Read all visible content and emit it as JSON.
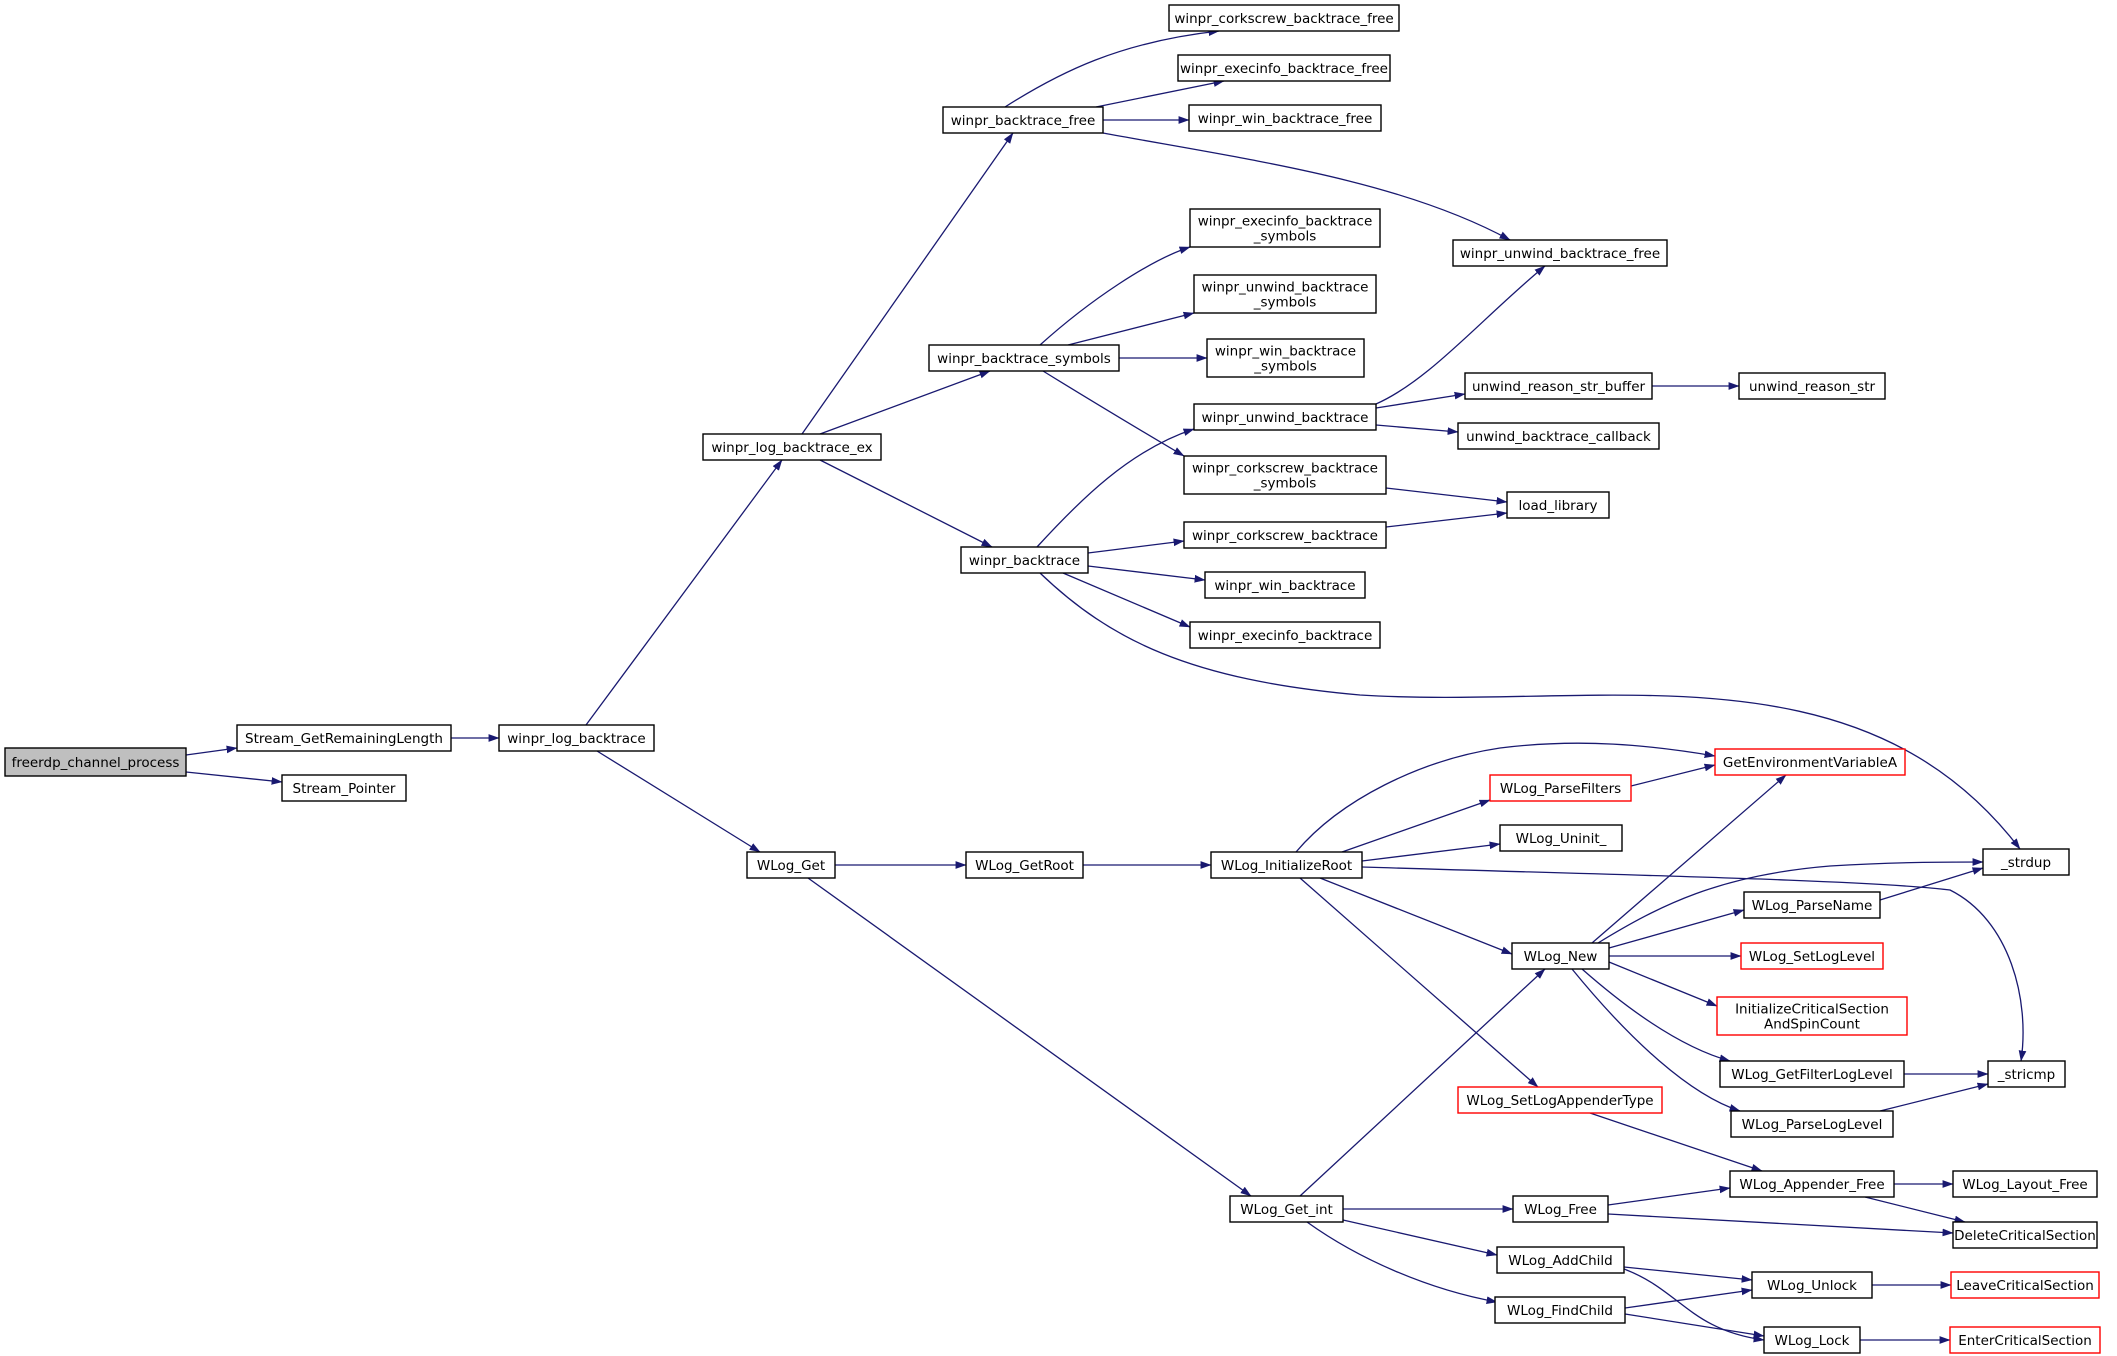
{
  "colors": {
    "edge": "#191970",
    "box_border": "#000000",
    "box_border_external": "#ff0000",
    "root_fill": "#bfbfbf",
    "background": "#ffffff"
  },
  "nodes": [
    {
      "id": "freerdp_channel_process",
      "label": [
        "freerdp_channel_process"
      ],
      "style": "root"
    },
    {
      "id": "Stream_GetRemainingLength",
      "label": [
        "Stream_GetRemainingLength"
      ]
    },
    {
      "id": "Stream_Pointer",
      "label": [
        "Stream_Pointer"
      ]
    },
    {
      "id": "winpr_log_backtrace",
      "label": [
        "winpr_log_backtrace"
      ]
    },
    {
      "id": "winpr_log_backtrace_ex",
      "label": [
        "winpr_log_backtrace_ex"
      ]
    },
    {
      "id": "WLog_Get",
      "label": [
        "WLog_Get"
      ]
    },
    {
      "id": "winpr_backtrace_free",
      "label": [
        "winpr_backtrace_free"
      ]
    },
    {
      "id": "winpr_backtrace_symbols",
      "label": [
        "winpr_backtrace_symbols"
      ]
    },
    {
      "id": "winpr_backtrace",
      "label": [
        "winpr_backtrace"
      ]
    },
    {
      "id": "winpr_corkscrew_backtrace_free",
      "label": [
        "winpr_corkscrew_backtrace_free"
      ]
    },
    {
      "id": "winpr_execinfo_backtrace_free",
      "label": [
        "winpr_execinfo_backtrace_free"
      ]
    },
    {
      "id": "winpr_win_backtrace_free",
      "label": [
        "winpr_win_backtrace_free"
      ]
    },
    {
      "id": "winpr_unwind_backtrace_free",
      "label": [
        "winpr_unwind_backtrace_free"
      ]
    },
    {
      "id": "winpr_execinfo_backtrace_symbols",
      "label": [
        "winpr_execinfo_backtrace",
        "_symbols"
      ]
    },
    {
      "id": "winpr_unwind_backtrace_symbols",
      "label": [
        "winpr_unwind_backtrace",
        "_symbols"
      ]
    },
    {
      "id": "winpr_win_backtrace_symbols",
      "label": [
        "winpr_win_backtrace",
        "_symbols"
      ]
    },
    {
      "id": "winpr_unwind_backtrace",
      "label": [
        "winpr_unwind_backtrace"
      ]
    },
    {
      "id": "winpr_corkscrew_backtrace_symbols",
      "label": [
        "winpr_corkscrew_backtrace",
        "_symbols"
      ]
    },
    {
      "id": "winpr_corkscrew_backtrace",
      "label": [
        "winpr_corkscrew_backtrace"
      ]
    },
    {
      "id": "winpr_win_backtrace",
      "label": [
        "winpr_win_backtrace"
      ]
    },
    {
      "id": "winpr_execinfo_backtrace",
      "label": [
        "winpr_execinfo_backtrace"
      ]
    },
    {
      "id": "unwind_reason_str_buffer",
      "label": [
        "unwind_reason_str_buffer"
      ]
    },
    {
      "id": "unwind_reason_str",
      "label": [
        "unwind_reason_str"
      ]
    },
    {
      "id": "unwind_backtrace_callback",
      "label": [
        "unwind_backtrace_callback"
      ]
    },
    {
      "id": "load_library",
      "label": [
        "load_library"
      ]
    },
    {
      "id": "_strdup",
      "label": [
        "_strdup"
      ]
    },
    {
      "id": "WLog_GetRoot",
      "label": [
        "WLog_GetRoot"
      ]
    },
    {
      "id": "WLog_InitializeRoot",
      "label": [
        "WLog_InitializeRoot"
      ]
    },
    {
      "id": "WLog_Get_int",
      "label": [
        "WLog_Get_int"
      ]
    },
    {
      "id": "WLog_ParseFilters",
      "label": [
        "WLog_ParseFilters"
      ],
      "style": "red"
    },
    {
      "id": "GetEnvironmentVariableA",
      "label": [
        "GetEnvironmentVariableA"
      ],
      "style": "red"
    },
    {
      "id": "WLog_Uninit_",
      "label": [
        "WLog_Uninit_"
      ]
    },
    {
      "id": "WLog_New",
      "label": [
        "WLog_New"
      ]
    },
    {
      "id": "WLog_SetLogAppenderType",
      "label": [
        "WLog_SetLogAppenderType"
      ],
      "style": "red"
    },
    {
      "id": "WLog_ParseName",
      "label": [
        "WLog_ParseName"
      ]
    },
    {
      "id": "WLog_SetLogLevel",
      "label": [
        "WLog_SetLogLevel"
      ],
      "style": "red"
    },
    {
      "id": "InitializeCriticalSectionAndSpinCount",
      "label": [
        "InitializeCriticalSection",
        "AndSpinCount"
      ],
      "style": "red"
    },
    {
      "id": "WLog_GetFilterLogLevel",
      "label": [
        "WLog_GetFilterLogLevel"
      ]
    },
    {
      "id": "WLog_ParseLogLevel",
      "label": [
        "WLog_ParseLogLevel"
      ]
    },
    {
      "id": "_stricmp",
      "label": [
        "_stricmp"
      ]
    },
    {
      "id": "WLog_Free",
      "label": [
        "WLog_Free"
      ]
    },
    {
      "id": "WLog_AddChild",
      "label": [
        "WLog_AddChild"
      ]
    },
    {
      "id": "WLog_FindChild",
      "label": [
        "WLog_FindChild"
      ]
    },
    {
      "id": "WLog_Appender_Free",
      "label": [
        "WLog_Appender_Free"
      ]
    },
    {
      "id": "WLog_Layout_Free",
      "label": [
        "WLog_Layout_Free"
      ]
    },
    {
      "id": "DeleteCriticalSection",
      "label": [
        "DeleteCriticalSection"
      ]
    },
    {
      "id": "WLog_Unlock",
      "label": [
        "WLog_Unlock"
      ]
    },
    {
      "id": "WLog_Lock",
      "label": [
        "WLog_Lock"
      ]
    },
    {
      "id": "LeaveCriticalSection",
      "label": [
        "LeaveCriticalSection"
      ],
      "style": "red"
    },
    {
      "id": "EnterCriticalSection",
      "label": [
        "EnterCriticalSection"
      ],
      "style": "red"
    }
  ],
  "edges": [
    {
      "from": "freerdp_channel_process",
      "to": "Stream_GetRemainingLength"
    },
    {
      "from": "freerdp_channel_process",
      "to": "Stream_Pointer"
    },
    {
      "from": "Stream_GetRemainingLength",
      "to": "winpr_log_backtrace"
    },
    {
      "from": "winpr_log_backtrace",
      "to": "winpr_log_backtrace_ex"
    },
    {
      "from": "winpr_log_backtrace",
      "to": "WLog_Get"
    },
    {
      "from": "winpr_log_backtrace_ex",
      "to": "winpr_backtrace_free"
    },
    {
      "from": "winpr_log_backtrace_ex",
      "to": "winpr_backtrace_symbols"
    },
    {
      "from": "winpr_log_backtrace_ex",
      "to": "winpr_backtrace"
    },
    {
      "from": "winpr_backtrace_free",
      "to": "winpr_corkscrew_backtrace_free"
    },
    {
      "from": "winpr_backtrace_free",
      "to": "winpr_execinfo_backtrace_free"
    },
    {
      "from": "winpr_backtrace_free",
      "to": "winpr_win_backtrace_free"
    },
    {
      "from": "winpr_backtrace_free",
      "to": "winpr_unwind_backtrace_free"
    },
    {
      "from": "winpr_backtrace_symbols",
      "to": "winpr_execinfo_backtrace_symbols"
    },
    {
      "from": "winpr_backtrace_symbols",
      "to": "winpr_unwind_backtrace_symbols"
    },
    {
      "from": "winpr_backtrace_symbols",
      "to": "winpr_win_backtrace_symbols"
    },
    {
      "from": "winpr_backtrace_symbols",
      "to": "winpr_corkscrew_backtrace_symbols"
    },
    {
      "from": "winpr_backtrace",
      "to": "winpr_unwind_backtrace"
    },
    {
      "from": "winpr_backtrace",
      "to": "winpr_corkscrew_backtrace"
    },
    {
      "from": "winpr_backtrace",
      "to": "winpr_win_backtrace"
    },
    {
      "from": "winpr_backtrace",
      "to": "winpr_execinfo_backtrace"
    },
    {
      "from": "winpr_backtrace",
      "to": "_strdup"
    },
    {
      "from": "winpr_unwind_backtrace",
      "to": "winpr_unwind_backtrace_free"
    },
    {
      "from": "winpr_unwind_backtrace",
      "to": "unwind_reason_str_buffer"
    },
    {
      "from": "winpr_unwind_backtrace",
      "to": "unwind_backtrace_callback"
    },
    {
      "from": "unwind_reason_str_buffer",
      "to": "unwind_reason_str"
    },
    {
      "from": "winpr_corkscrew_backtrace_symbols",
      "to": "load_library"
    },
    {
      "from": "winpr_corkscrew_backtrace",
      "to": "load_library"
    },
    {
      "from": "WLog_Get",
      "to": "WLog_GetRoot"
    },
    {
      "from": "WLog_Get",
      "to": "WLog_Get_int"
    },
    {
      "from": "WLog_GetRoot",
      "to": "WLog_InitializeRoot"
    },
    {
      "from": "WLog_InitializeRoot",
      "to": "GetEnvironmentVariableA"
    },
    {
      "from": "WLog_InitializeRoot",
      "to": "WLog_ParseFilters"
    },
    {
      "from": "WLog_InitializeRoot",
      "to": "WLog_Uninit_"
    },
    {
      "from": "WLog_InitializeRoot",
      "to": "_stricmp"
    },
    {
      "from": "WLog_InitializeRoot",
      "to": "WLog_New"
    },
    {
      "from": "WLog_InitializeRoot",
      "to": "WLog_SetLogAppenderType"
    },
    {
      "from": "WLog_ParseFilters",
      "to": "GetEnvironmentVariableA"
    },
    {
      "from": "WLog_New",
      "to": "GetEnvironmentVariableA"
    },
    {
      "from": "WLog_New",
      "to": "_strdup"
    },
    {
      "from": "WLog_New",
      "to": "WLog_ParseName"
    },
    {
      "from": "WLog_New",
      "to": "WLog_SetLogLevel"
    },
    {
      "from": "WLog_New",
      "to": "InitializeCriticalSectionAndSpinCount"
    },
    {
      "from": "WLog_New",
      "to": "WLog_GetFilterLogLevel"
    },
    {
      "from": "WLog_New",
      "to": "WLog_ParseLogLevel"
    },
    {
      "from": "WLog_ParseName",
      "to": "_strdup"
    },
    {
      "from": "WLog_GetFilterLogLevel",
      "to": "_stricmp"
    },
    {
      "from": "WLog_ParseLogLevel",
      "to": "_stricmp"
    },
    {
      "from": "WLog_SetLogAppenderType",
      "to": "WLog_Appender_Free"
    },
    {
      "from": "WLog_Get_int",
      "to": "WLog_New"
    },
    {
      "from": "WLog_Get_int",
      "to": "WLog_Free"
    },
    {
      "from": "WLog_Get_int",
      "to": "WLog_AddChild"
    },
    {
      "from": "WLog_Get_int",
      "to": "WLog_FindChild"
    },
    {
      "from": "WLog_Free",
      "to": "WLog_Appender_Free"
    },
    {
      "from": "WLog_Free",
      "to": "DeleteCriticalSection"
    },
    {
      "from": "WLog_Appender_Free",
      "to": "WLog_Layout_Free"
    },
    {
      "from": "WLog_Appender_Free",
      "to": "DeleteCriticalSection"
    },
    {
      "from": "WLog_AddChild",
      "to": "WLog_Unlock"
    },
    {
      "from": "WLog_AddChild",
      "to": "WLog_Lock"
    },
    {
      "from": "WLog_FindChild",
      "to": "WLog_Unlock"
    },
    {
      "from": "WLog_FindChild",
      "to": "WLog_Lock"
    },
    {
      "from": "WLog_Unlock",
      "to": "LeaveCriticalSection"
    },
    {
      "from": "WLog_Lock",
      "to": "EnterCriticalSection"
    }
  ]
}
